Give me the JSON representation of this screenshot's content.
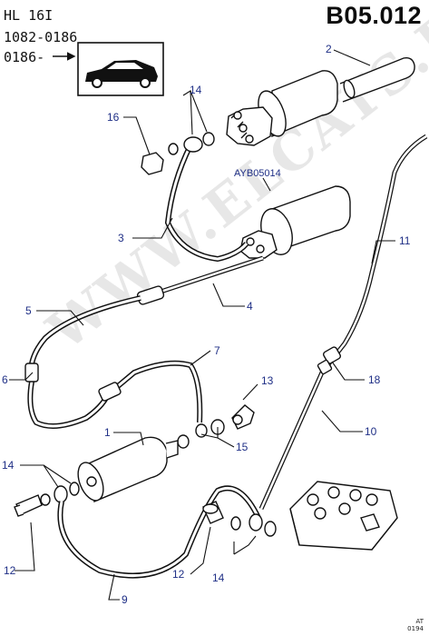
{
  "header": {
    "line1": "HL 16I",
    "line2": "1082-0186",
    "line3": "0186-",
    "code": "B05.012"
  },
  "watermark": "WWW.ELCATS.RU",
  "corner_mark": {
    "top": "AT",
    "bottom": "0194"
  },
  "callouts": {
    "c1": "1",
    "c2": "2",
    "c3": "3",
    "c4": "4",
    "c5": "5",
    "c6": "6",
    "c7": "7",
    "c9": "9",
    "c10": "10",
    "c11": "11",
    "c12a": "12",
    "c12b": "12",
    "c13": "13",
    "c14a": "14",
    "c14b": "14",
    "c14c": "14",
    "c15": "15",
    "c16": "16",
    "c18": "18",
    "ayb": "AYB05014"
  },
  "colors": {
    "label_blue": "#1f2f86",
    "line": "#111111"
  }
}
